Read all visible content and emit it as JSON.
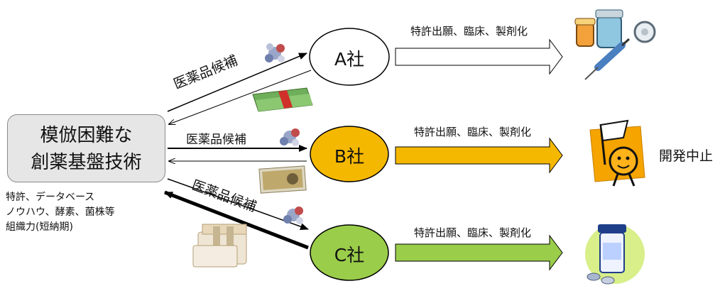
{
  "core": {
    "title_line1": "模倣困難な",
    "title_line2": "創薬基盤技術",
    "capabilities": [
      "特許、データベース",
      "ノウハウ、酵素、菌株等",
      "組織力(短納期)"
    ]
  },
  "companies": [
    {
      "name": "A社",
      "color": "#ffffff",
      "action_label": "特許出願、臨床、製剤化",
      "candidate_label": "医薬品候補"
    },
    {
      "name": "B社",
      "color": "#f5b800",
      "action_label": "特許出願、臨床、製剤化",
      "candidate_label": "医薬品候補",
      "outcome": "開発中止"
    },
    {
      "name": "C社",
      "color": "#9acd4a",
      "action_label": "特許出願、臨床、製剤化",
      "candidate_label": "医薬品候補"
    }
  ],
  "icons": [
    "molecule-icon",
    "money-stack-icon",
    "medicine-vial-syringe-icon",
    "stop-flag-mascot-icon",
    "pill-bottle-icon"
  ]
}
